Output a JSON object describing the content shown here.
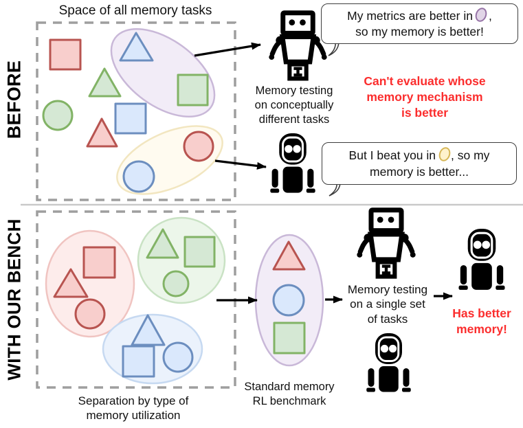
{
  "palette": {
    "red_fill": "#f8cecc",
    "red_stroke": "#b85450",
    "green_fill": "#d5e8d4",
    "green_stroke": "#82b366",
    "blue_fill": "#dae8fc",
    "blue_stroke": "#6c8ebf",
    "red_area_fill": "#fdeceb",
    "red_area_stroke": "#f0c4c1",
    "green_area_fill": "#ecf6ea",
    "green_area_stroke": "#c9e2c4",
    "blue_area_fill": "#ebf2fc",
    "blue_area_stroke": "#c6d9f1",
    "purple_area_fill": "#f2ecf7",
    "purple_area_stroke": "#c9b8d8",
    "yellow_area_fill": "#fffbf0",
    "yellow_area_stroke": "#f2e6c0",
    "purple_icon_fill": "#e1d5e7",
    "purple_icon_stroke": "#9673a6",
    "yellow_icon_fill": "#fff2cc",
    "yellow_icon_stroke": "#d6b656",
    "warning_red": "#fb2d2d",
    "dash_gray": "#9e9e9e",
    "divider_gray": "#c9c9c9",
    "bubble_border": "#3d3d3d"
  },
  "before": {
    "side_label": "BEFORE",
    "box_title": "Space of all memory tasks",
    "robot1_bubble": {
      "line1_pre": "My metrics are better in",
      "line1_post": ",",
      "line2": "so my memory is better!"
    },
    "robot2_bubble": {
      "line1_pre": "But I beat you in",
      "line1_post": ", so my",
      "line2": "memory is better..."
    },
    "caption_lines": [
      "Memory testing",
      "on conceptually",
      "different tasks"
    ],
    "warning_lines": [
      "Can't evaluate whose",
      "memory mechanism",
      "is better"
    ]
  },
  "after": {
    "side_label": "WITH OUR BENCH",
    "box_caption_lines": [
      "Separation by type of",
      "memory utilization"
    ],
    "benchmark_lines": [
      "Standard memory",
      "RL benchmark"
    ],
    "caption_lines": [
      "Memory testing",
      "on a single set",
      "of tasks"
    ],
    "verdict_lines": [
      "Has better",
      "memory!"
    ]
  }
}
